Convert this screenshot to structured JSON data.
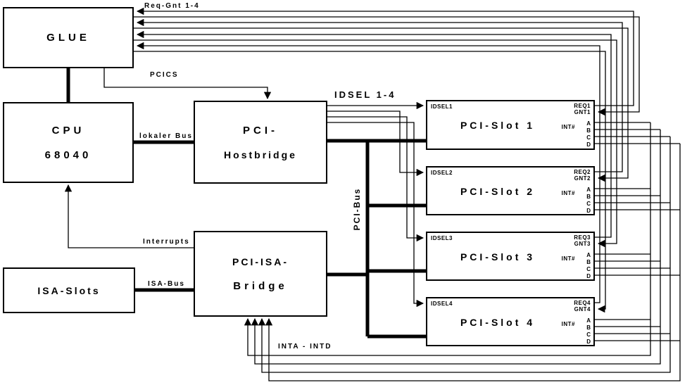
{
  "diagram": {
    "labels": {
      "req_gnt": "Req-Gnt 1-4",
      "pcics": "PCICS",
      "idsel": "IDSEL 1-4",
      "local_bus": "lokaler Bus",
      "interrupts": "Interrupts",
      "isa_bus": "ISA-Bus",
      "pci_bus": "PCI-Bus",
      "inta_intd": "INTA - INTD"
    },
    "blocks": {
      "glue": {
        "title": "GLUE"
      },
      "cpu": {
        "title": "CPU",
        "subtitle": "68040"
      },
      "isa_slots": {
        "title": "ISA-Slots"
      },
      "hostbridge": {
        "line1": "PCI-",
        "line2": "Hostbridge"
      },
      "isa_bridge": {
        "line1": "PCI-ISA-",
        "line2": "Bridge"
      }
    },
    "slots": [
      {
        "title": "PCI-Slot 1",
        "idsel": "IDSEL1",
        "req": "REQ1",
        "gnt": "GNT1",
        "int": "INT#"
      },
      {
        "title": "PCI-Slot 2",
        "idsel": "IDSEL2",
        "req": "REQ2",
        "gnt": "GNT2",
        "int": "INT#"
      },
      {
        "title": "PCI-Slot 3",
        "idsel": "IDSEL3",
        "req": "REQ3",
        "gnt": "GNT3",
        "int": "INT#"
      },
      {
        "title": "PCI-Slot 4",
        "idsel": "IDSEL4",
        "req": "REQ4",
        "gnt": "GNT4",
        "int": "INT#"
      }
    ],
    "pins": [
      "A",
      "B",
      "C",
      "D"
    ],
    "colors": {
      "line": "#000000",
      "background": "#ffffff"
    }
  }
}
